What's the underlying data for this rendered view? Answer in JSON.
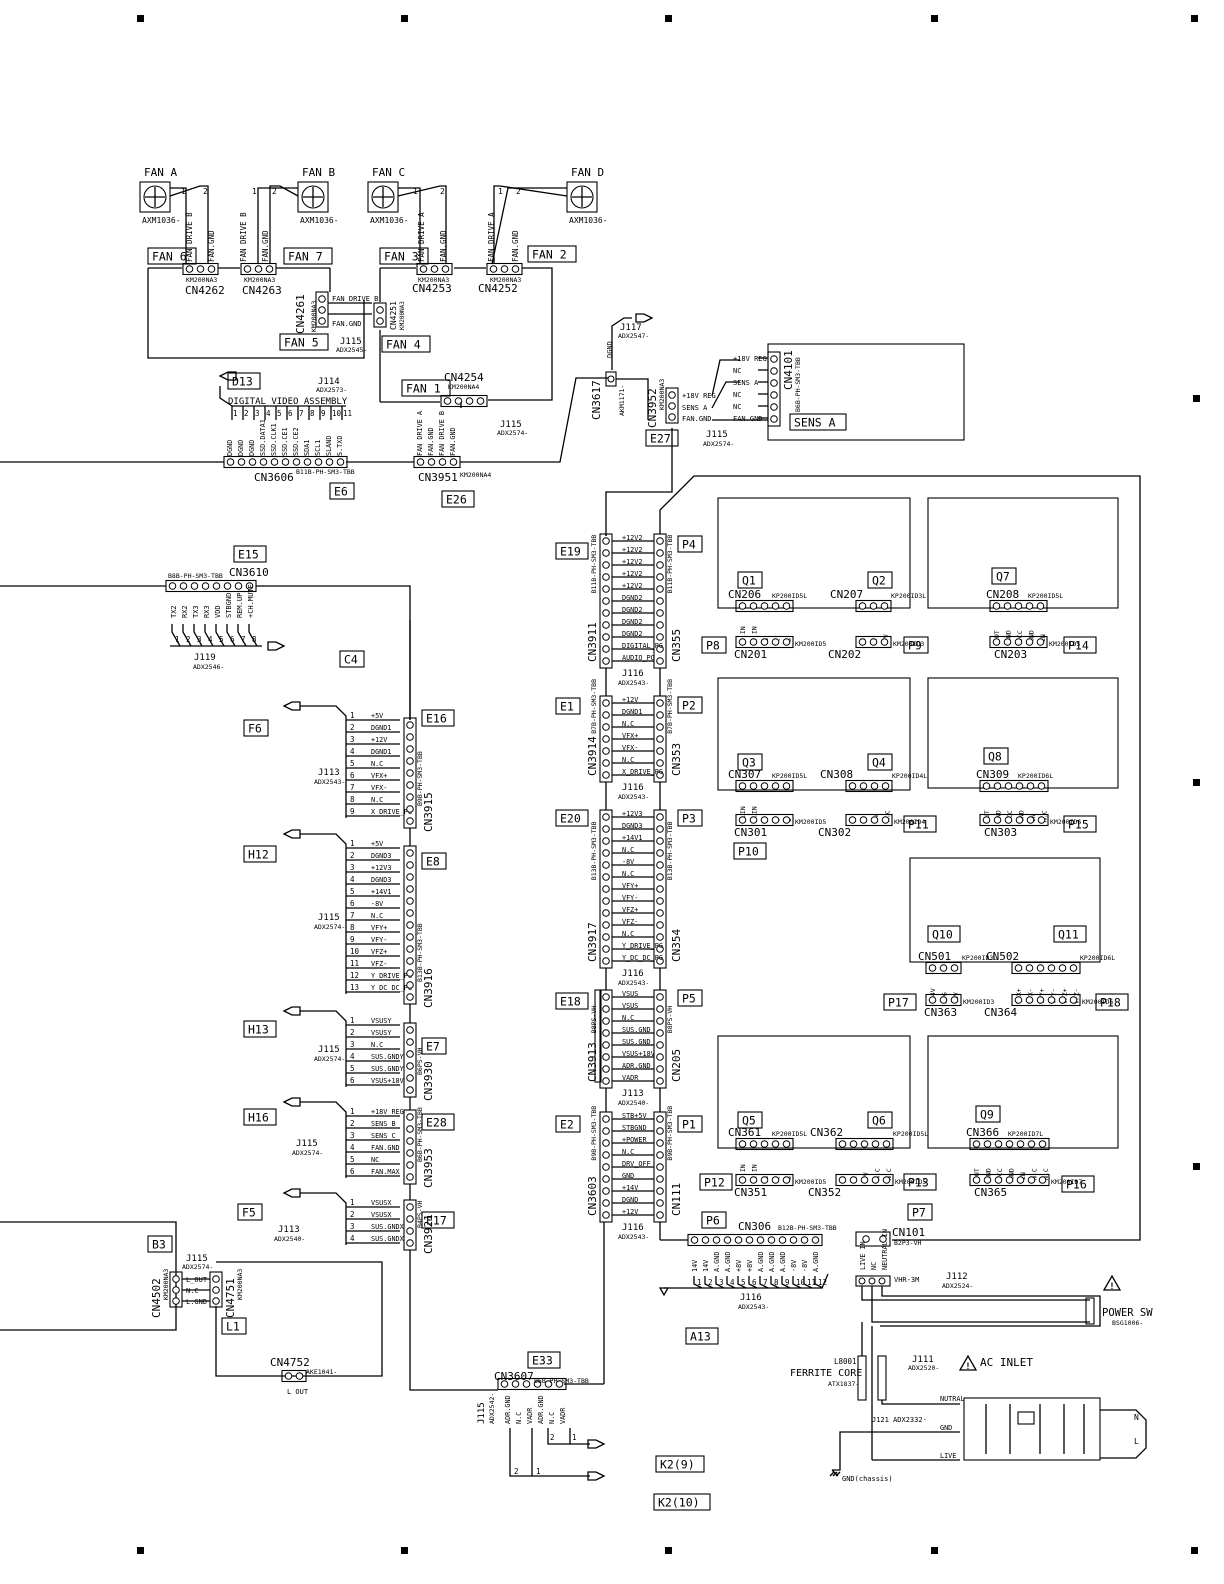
{
  "fans": {
    "a": {
      "label": "FAN A",
      "part": "AXM1036-",
      "pins": [
        "1",
        "2"
      ]
    },
    "b": {
      "label": "FAN B",
      "part": "AXM1036-",
      "pins": [
        "1",
        "2"
      ]
    },
    "c": {
      "label": "FAN C",
      "part": "AXM1036-",
      "pins": [
        "1",
        "2"
      ]
    },
    "d": {
      "label": "FAN D",
      "part": "AXM1036-",
      "pins": [
        "1",
        "2"
      ]
    }
  },
  "fan_boards": {
    "fan6": "FAN 6",
    "fan7": "FAN 7",
    "fan5": "FAN 5",
    "fan3": "FAN 3",
    "fan2": "FAN 2",
    "fan4": "FAN 4",
    "fan1": "FAN 1"
  },
  "fan_connectors": {
    "cn4262": {
      "label": "CN4262",
      "part": "KM200NA3",
      "signals": [
        "FAN DRIVE B",
        "FAN.GND"
      ]
    },
    "cn4263a": {
      "label": "CN4263",
      "part": "KM200NA3",
      "signals": [
        "FAN DRIVE B",
        "FAN.GND"
      ]
    },
    "cn4261": {
      "label": "CN4261",
      "part": "KM200NA3",
      "signals": [
        "FAN DRIVE B",
        "FAN.GND"
      ]
    },
    "cn4251": {
      "label": "CN4251",
      "part": "KM200NA3"
    },
    "cn4253b": {
      "label": "CN4253",
      "part": "KM200NA3",
      "signals": [
        "FAN DRIVE A",
        "FAN.GND"
      ]
    },
    "cn4252": {
      "label": "CN4252",
      "part": "KM200NA3",
      "signals": [
        "FAN DRIVE A",
        "FAN.GND"
      ]
    },
    "cn4254": {
      "label": "CN4254",
      "part": "KM200NA4"
    },
    "j115_fan": {
      "label": "J115",
      "part": "ADX2545-"
    }
  },
  "top_harness": {
    "d13": "D13",
    "j114": {
      "label": "J114",
      "part": "ADX2573-"
    },
    "assembly": "DIGITAL VIDEO ASSEMBLY",
    "assembly_pins": [
      "1",
      "2",
      "3",
      "4",
      "5",
      "6",
      "7",
      "8",
      "9",
      "10",
      "11"
    ],
    "cn3606": {
      "label": "CN3606",
      "part": "B11B-PH-SM3-TBB",
      "board": "E6",
      "signals": [
        "DGND",
        "DGND",
        "DGND",
        "SSD.DATA1",
        "SSD.CLK1",
        "SSD.CE1",
        "SSD.CE2",
        "SDA1",
        "SCL1",
        "SLAND",
        "S.TXD"
      ]
    },
    "cn3951": {
      "label": "CN3951",
      "part": "KM200NA4",
      "board": "E26",
      "signals": [
        "FAN DRIVE A",
        "FAN.GND",
        "FAN DRIVE B",
        "FAN.GND"
      ]
    },
    "j115_26": {
      "label": "J115",
      "part": "ADX2574-"
    },
    "j117": {
      "label": "J117",
      "part": "ADX2547-",
      "signal": "DGND"
    },
    "cn3617": {
      "label": "CN3617",
      "part": "AKM1171-"
    },
    "cn3952": {
      "label": "CN3952",
      "part": "KM200NA3",
      "board": "E27",
      "signals": [
        "+18V REG",
        "SENS A",
        "FAN.GND"
      ]
    },
    "j115_27": {
      "label": "J115",
      "part": "ADX2574-"
    },
    "cn4101": {
      "label": "CN4101",
      "part": "B6B-PH-SM3-TBB",
      "board": "SENS A",
      "signals": [
        "+18V REG",
        "NC",
        "SENS A",
        "NC",
        "NC",
        "FAN.GND"
      ]
    }
  },
  "cn3610": {
    "board": "E15",
    "label": "CN3610",
    "part": "B8B-PH-SM3-TBB",
    "signals": [
      "TX2",
      "RX2",
      "TX3",
      "RX3",
      "VDD",
      "STBGND",
      "REM.UP",
      "+CH.MUTE"
    ],
    "pins": [
      "1",
      "2",
      "3",
      "4",
      "5",
      "6",
      "7",
      "8"
    ],
    "j119": {
      "label": "J119",
      "part": "ADX2546-"
    },
    "c4": "C4"
  },
  "left_harnesses": {
    "f6": {
      "board": "F6",
      "j": "J113",
      "part": "ADX2543-",
      "cn": "CN3915",
      "cn_part": "B9B-PH-SM3-TBB",
      "e": "E16",
      "signals": [
        "+5V",
        "DGND1",
        "+12V",
        "DGND1",
        "N.C",
        "VFX+",
        "VFX-",
        "N.C",
        "X_DRIVE_PG"
      ],
      "pins": [
        "1",
        "2",
        "3",
        "4",
        "5",
        "6",
        "7",
        "8",
        "9"
      ]
    },
    "h12": {
      "board": "H12",
      "j": "J115",
      "part": "ADX2574-",
      "cn": "CN3916",
      "cn_part": "B13B-PH-SM3-TBB",
      "e": "E8",
      "signals": [
        "+5V",
        "DGND3",
        "+12V3",
        "DGND3",
        "+14V1",
        "-8V",
        "N.C",
        "VFY+",
        "VFY-",
        "VFZ+",
        "VFZ-",
        "Y_DRIVE_PG",
        "Y_DC_DC_PG"
      ],
      "pins": [
        "1",
        "2",
        "3",
        "4",
        "5",
        "6",
        "7",
        "8",
        "9",
        "10",
        "11",
        "12",
        "13"
      ]
    },
    "h13": {
      "board": "H13",
      "j": "J115",
      "part": "ADX2574-",
      "cn": "CN3930",
      "cn_part": "B6PS-VH",
      "e": "E7",
      "signals": [
        "VSUSY",
        "VSUSY",
        "N.C",
        "SUS.GNDY",
        "SUS.GNDY",
        "VSUS+18V"
      ],
      "pins": [
        "1",
        "2",
        "3",
        "4",
        "5",
        "6"
      ]
    },
    "h16": {
      "board": "H16",
      "j": "J115",
      "part": "ADX2574-",
      "cn": "CN3953",
      "cn_part": "B6B-PH-SM3-TBB",
      "e": "E28",
      "signals": [
        "+18V REG",
        "SENS B",
        "SENS C",
        "FAN.GND",
        "NC",
        "FAN.MAX"
      ],
      "pins": [
        "1",
        "2",
        "3",
        "4",
        "5",
        "6"
      ]
    },
    "f5": {
      "board": "F5",
      "j": "J113",
      "part": "ADX2540-",
      "cn": "CN3921",
      "cn_part": "B4PS-VH",
      "e": "E17",
      "signals": [
        "VSUSX",
        "VSUSX",
        "SUS.GNDX",
        "SUS.GNDX"
      ],
      "pins": [
        "1",
        "2",
        "3",
        "4"
      ]
    }
  },
  "audio": {
    "b3": "B3",
    "l1": "L1",
    "j115": {
      "label": "J115",
      "part": "ADX2574-"
    },
    "cn4502": {
      "label": "CN4502",
      "part": "KM200NA3"
    },
    "cn4751": {
      "label": "CN4751",
      "part": "KM200NA3"
    },
    "signals": [
      "L_OUT",
      "N.C",
      "L.GND"
    ],
    "cn4752": {
      "label": "CN4752",
      "part": "AKE1041-",
      "pins": [
        "L",
        "OUT"
      ]
    }
  },
  "cn3607": {
    "board": "E33",
    "label": "CN3607",
    "part": "B6B-PH-SM3-TBB",
    "j115": {
      "label": "J115",
      "part": "ADX2542-"
    },
    "signals": [
      "ADR.GND",
      "N.C",
      "VADR",
      "ADR.GND",
      "N.C",
      "VADR"
    ],
    "pins": [
      "2",
      "1",
      "2",
      "1"
    ]
  },
  "center_harnesses": {
    "e19p4": {
      "e": "E19",
      "cn_left": "CN3911",
      "cn_left_part": "B11B-PH-SM3-TBB",
      "p": "P4",
      "cn_right": "CN355",
      "cn_right_part": "B11B-PH-SM3-TBB",
      "signals": [
        "+12V2",
        "+12V2",
        "+12V2",
        "+12V2",
        "+12V2",
        "DGND2",
        "DGND2",
        "DGND2",
        "DGND2",
        "DIGITAL_PG",
        "AUDIO_PG"
      ],
      "j": "J116",
      "part": "ADX2543-"
    },
    "e1p2": {
      "e": "E1",
      "cn_left": "CN3914",
      "cn_left_part": "B7B-PH-SM3-TBB",
      "p": "P2",
      "cn_right": "CN353",
      "cn_right_part": "B7B-PH-SM3-TBB",
      "signals": [
        "+12V",
        "DGND1",
        "N.C",
        "VFX+",
        "VFX-",
        "N.C",
        "X_DRIVE_PG"
      ],
      "j": "J116",
      "part": "ADX2543-"
    },
    "e20p3": {
      "e": "E20",
      "cn_left": "CN3917",
      "cn_left_part": "B13B-PH-SM3-TBB",
      "p": "P3",
      "cn_right": "CN354",
      "cn_right_part": "B13B-PH-SM3-TBB",
      "signals": [
        "+12V3",
        "DGND3",
        "+14V1",
        "N.C",
        "-8V",
        "N.C",
        "VFY+",
        "VFY-",
        "VFZ+",
        "VFZ-",
        "N.C",
        "Y_DRIVE_PG",
        "Y_DC_DC_PG"
      ],
      "j": "J116",
      "part": "ADX2543-"
    },
    "e18p5": {
      "e": "E18",
      "cn_left": "CN3913",
      "cn_left_part": "B8PS-VH",
      "p": "P5",
      "cn_right": "CN205",
      "cn_right_part": "B8PS-VH",
      "signals": [
        "VSUS",
        "VSUS",
        "N.C",
        "SUS.GND",
        "SUS.GND",
        "VSUS+18V",
        "ADR.GND",
        "VADR"
      ],
      "j": "J113",
      "part": "ADX2540-"
    },
    "e2p1": {
      "e": "E2",
      "cn_left": "CN3603",
      "cn_left_part": "B9B-PH-SM3-TBB",
      "p": "P1",
      "cn_right": "CN111",
      "cn_right_part": "B9B-PH-SM3-TBB",
      "signals": [
        "STB+5V",
        "STBGND",
        "+POWER",
        "N.C",
        "DRV_OFF",
        "GND",
        "+14V",
        "DGND",
        "+12V"
      ],
      "j": "J116",
      "part": "ADX2543-"
    }
  },
  "power_modules": {
    "m1": {
      "qa": "Q1",
      "qb": "Q2",
      "cna": "CN206",
      "cna_part": "KP200ID5L",
      "cnb": "CN207",
      "cnb_part": "KP200ID3L",
      "pa": "P8",
      "pb": "P9",
      "sa": "CN201",
      "sa_part": "KM200ID5",
      "sb": "CN202",
      "sb_part": "KM200ID3",
      "sigs_a": [
        "S.IN",
        "C.IN",
        "G",
        "C",
        "S"
      ],
      "sigs_b": [
        "E",
        "C",
        "-V"
      ]
    },
    "m2": {
      "qa": "Q3",
      "qb": "Q4",
      "cna": "CN307",
      "cna_part": "KP200ID5L",
      "cnb": "CN308",
      "cnb_part": "KP200ID4L",
      "pa": "P10",
      "pb": "P11",
      "sa": "CN301",
      "sa_part": "KM200ID5",
      "sb": "CN302",
      "sb_part": "KM200ID4",
      "sigs_a": [
        "S.IN",
        "C.IN",
        "G",
        "C",
        "S"
      ],
      "sigs_b": [
        "E",
        "C",
        "-V",
        "N.C"
      ]
    },
    "m5": {
      "qa": "Q5",
      "qb": "Q6",
      "cna": "CN361",
      "cna_part": "KP200ID5L",
      "cnb": "CN362",
      "cnb_part": "KP200ID5L",
      "pa": "P12",
      "pb": "P13",
      "sa": "CN351",
      "sa_part": "KM200ID5",
      "sb": "CN352",
      "sb_part": "KM200ID5",
      "sigs_a": [
        "S.IN",
        "C.IN",
        "G",
        "C",
        "S"
      ],
      "sigs_b": [
        "E",
        "C",
        "-V",
        "N.C",
        "N.C"
      ]
    },
    "m7": {
      "q": "Q7",
      "cn": "CN208",
      "cn_part": "KP200ID5L",
      "p": "P14",
      "s": "CN203",
      "s_part": "KM200ID5",
      "sigs": [
        "OUT",
        "GND",
        "VCC",
        "GND",
        "IN"
      ]
    },
    "m8": {
      "q": "Q8",
      "cn": "CN309",
      "cn_part": "KP200ID6L",
      "p": "P15",
      "s": "CN303",
      "s_part": "KM200ID6",
      "sigs": [
        "OUT",
        "GND",
        "VCC",
        "GND",
        "IN",
        "N.C"
      ]
    },
    "m9": {
      "q": "Q9",
      "cn": "CN366",
      "cn_part": "KP200ID7L",
      "p": "P16",
      "s": "CN365",
      "s_part": "KM200ID7",
      "sigs": [
        "OUT",
        "GND",
        "VCC",
        "GND",
        "IN",
        "N.C",
        "N.C"
      ]
    },
    "m10": {
      "qa": "Q10",
      "qb": "Q11",
      "cna": "CN501",
      "cna_part": "KP200ID3L",
      "cnb": "CN502",
      "cnb_part": "KP200ID6L",
      "pa": "P17",
      "pb": "P18",
      "sa": "CN363",
      "sa_part": "KM200ID3",
      "sb": "CN364",
      "sb_part": "KM200ID6",
      "sigs_a": [
        "+14V",
        "P.G",
        "-8V"
      ],
      "sigs_b": [
        "VFX+",
        "VFX-",
        "VFY+",
        "VFY-",
        "VFZ+",
        "VFZ-"
      ]
    }
  },
  "bottom": {
    "p6": "P6",
    "p7": "P7",
    "cn306": {
      "label": "CN306",
      "part": "B12B-PH-SM3-TBB",
      "signals": [
        "14V",
        "14V",
        "A.GND",
        "A.GND",
        "+8V",
        "+8V",
        "A.GND",
        "A.GND",
        "A.GND",
        "-8V",
        "-8V",
        "A.GND"
      ],
      "pins": [
        "1",
        "2",
        "3",
        "4",
        "5",
        "6",
        "7",
        "8",
        "9",
        "10",
        "11",
        "12"
      ]
    },
    "j116": {
      "label": "J116",
      "part": "ADX2543-"
    },
    "a13": "A13",
    "cn101": {
      "label": "CN101",
      "part": "B2P3-VH",
      "signals": [
        "LIVE IN",
        "NC",
        "NEUTRAL IN"
      ]
    },
    "vhr": "VHR-3M",
    "j112": {
      "label": "J112",
      "part": "ADX2524-"
    },
    "power_sw": {
      "label": "POWER SW",
      "part": "BSG1006-"
    },
    "l8001": {
      "label": "L8001",
      "name": "FERRITE CORE",
      "part": "ATX1837-"
    },
    "j111": {
      "label": "J111",
      "part": "ADX2520-"
    },
    "ac_inlet": "AC INLET",
    "j121": {
      "label": "J121",
      "part": "ADX2332-"
    },
    "inlet_signals": [
      "NUTRAL",
      "GND",
      "LIVE"
    ],
    "inlet_pins": [
      "N",
      "L"
    ],
    "gnd": "GND(chassis)",
    "k2_9": "K2(9)",
    "k2_10": "K2(10)",
    "warning_glyph": "!"
  }
}
